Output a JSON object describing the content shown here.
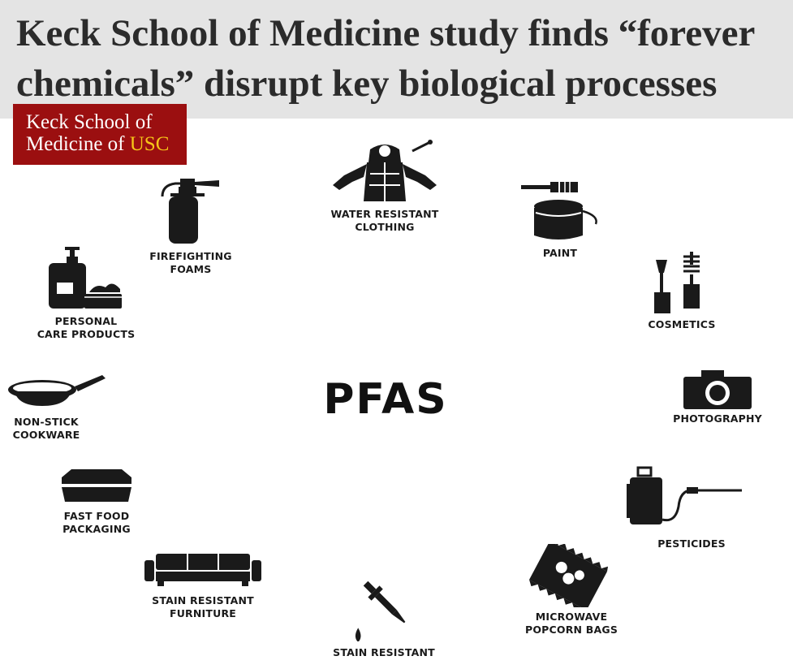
{
  "header": {
    "headline": "Keck School of Medicine study finds “forever\nchemicals” disrupt key biological processes",
    "logo_line1": "Keck School of",
    "logo_line2_prefix": "Medicine of ",
    "logo_line2_accent": "USC"
  },
  "colors": {
    "logo_bg": "#9b0f10",
    "logo_accent": "#f5c518",
    "header_bg": "#e4e4e4"
  },
  "diagram": {
    "center": "PFAS",
    "sources": [
      {
        "id": "water-resistant-clothing",
        "label": "WATER RESISTANT\nCLOTHING",
        "icon": "jacket-icon"
      },
      {
        "id": "paint",
        "label": "PAINT",
        "icon": "paint-can-icon"
      },
      {
        "id": "cosmetics",
        "label": "COSMETICS",
        "icon": "mascara-icon"
      },
      {
        "id": "photography",
        "label": "PHOTOGRAPHY",
        "icon": "camera-icon"
      },
      {
        "id": "pesticides",
        "label": "PESTICIDES",
        "icon": "sprayer-icon"
      },
      {
        "id": "microwave-popcorn-bags",
        "label": "MICROWAVE\nPOPCORN BAGS",
        "icon": "popcorn-bag-icon"
      },
      {
        "id": "stain-resistant",
        "label": "STAIN RESISTANT",
        "icon": "dropper-icon"
      },
      {
        "id": "stain-resistant-furniture",
        "label": "STAIN RESISTANT\nFURNITURE",
        "icon": "sofa-icon"
      },
      {
        "id": "fast-food-packaging",
        "label": "FAST FOOD\nPACKAGING",
        "icon": "food-box-icon"
      },
      {
        "id": "non-stick-cookware",
        "label": "NON-STICK\nCOOKWARE",
        "icon": "frying-pan-icon"
      },
      {
        "id": "personal-care-products",
        "label": "PERSONAL\nCARE PRODUCTS",
        "icon": "lotion-bottle-icon"
      },
      {
        "id": "firefighting-foams",
        "label": "FIREFIGHTING\nFOAMS",
        "icon": "fire-extinguisher-icon"
      }
    ]
  }
}
